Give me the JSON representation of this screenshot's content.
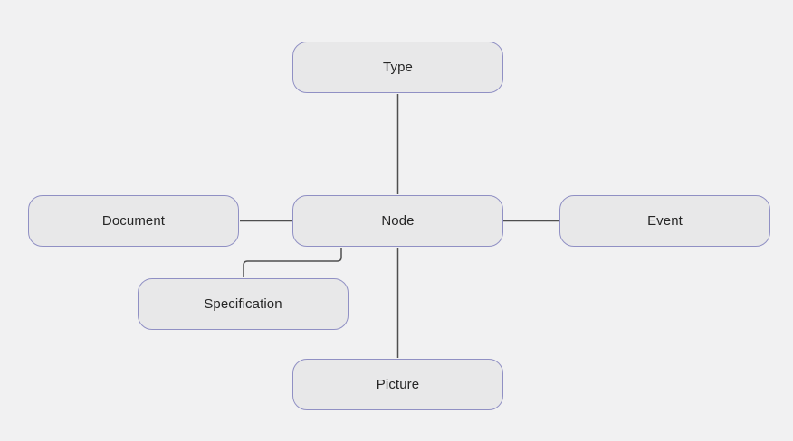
{
  "diagram": {
    "nodes": [
      {
        "id": "type",
        "label": "Type"
      },
      {
        "id": "document",
        "label": "Document"
      },
      {
        "id": "node",
        "label": "Node"
      },
      {
        "id": "event",
        "label": "Event"
      },
      {
        "id": "specification",
        "label": "Specification"
      },
      {
        "id": "picture",
        "label": "Picture"
      }
    ],
    "edges": [
      {
        "from": "type",
        "to": "node"
      },
      {
        "from": "document",
        "to": "node"
      },
      {
        "from": "node",
        "to": "event"
      },
      {
        "from": "node",
        "to": "specification"
      },
      {
        "from": "node",
        "to": "picture"
      }
    ]
  },
  "theme": {
    "canvas-bg": "#f1f1f2",
    "box-fill": "#e8e8e9",
    "box-border": "#9090c4",
    "edge-color": "#4f4f4f",
    "text-color": "#262626"
  }
}
